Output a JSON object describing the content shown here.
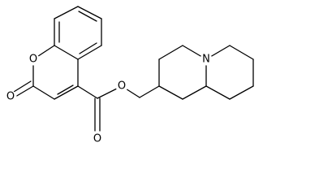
{
  "structure": {
    "atoms": {
      "ring_oxygen": "O",
      "carbonyl_oxygen": "O",
      "ester_carbonyl_oxygen": "O",
      "ester_oxygen": "O",
      "bridgehead_nitrogen": "N"
    },
    "colors": {
      "bond": "#000000",
      "background": "#ffffff",
      "label": "#000000"
    }
  }
}
